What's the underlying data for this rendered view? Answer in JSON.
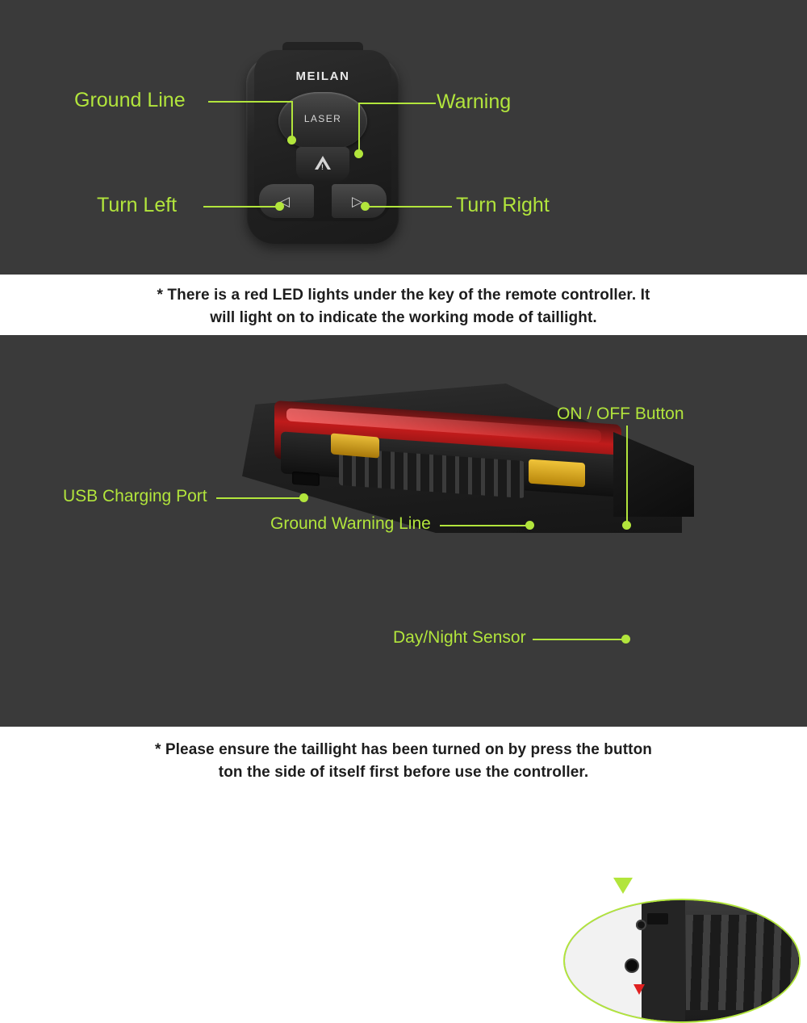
{
  "panels": {
    "top": {
      "device": "remote-controller",
      "brand": "MEILAN",
      "laser_label": "LASER",
      "labels": {
        "ground_line": "Ground Line",
        "warning": "Warning",
        "turn_left": "Turn Left",
        "turn_right": "Turn Right"
      }
    },
    "note1": {
      "line1": "* There is a red LED lights under the key of the remote controller. It",
      "line2": "will light on to indicate the working mode of taillight."
    },
    "middle": {
      "device": "bicycle-taillight",
      "labels": {
        "on_off_button": "ON / OFF Button",
        "usb_charging_port": "USB Charging Port",
        "ground_warning_line": "Ground Warning Line",
        "day_night_sensor": "Day/Night Sensor"
      }
    },
    "note2": {
      "line1": "* Please ensure the taillight has been turned on by press the button",
      "line2": "ton the side of itself first before use the controller."
    }
  },
  "colors": {
    "accent": "#b2e53c",
    "panel_background": "#3a3a3a",
    "note_background": "#ffffff",
    "note_text": "#1d1d1d",
    "lens_red": "#c01b1b",
    "amber": "#f0c43a"
  }
}
